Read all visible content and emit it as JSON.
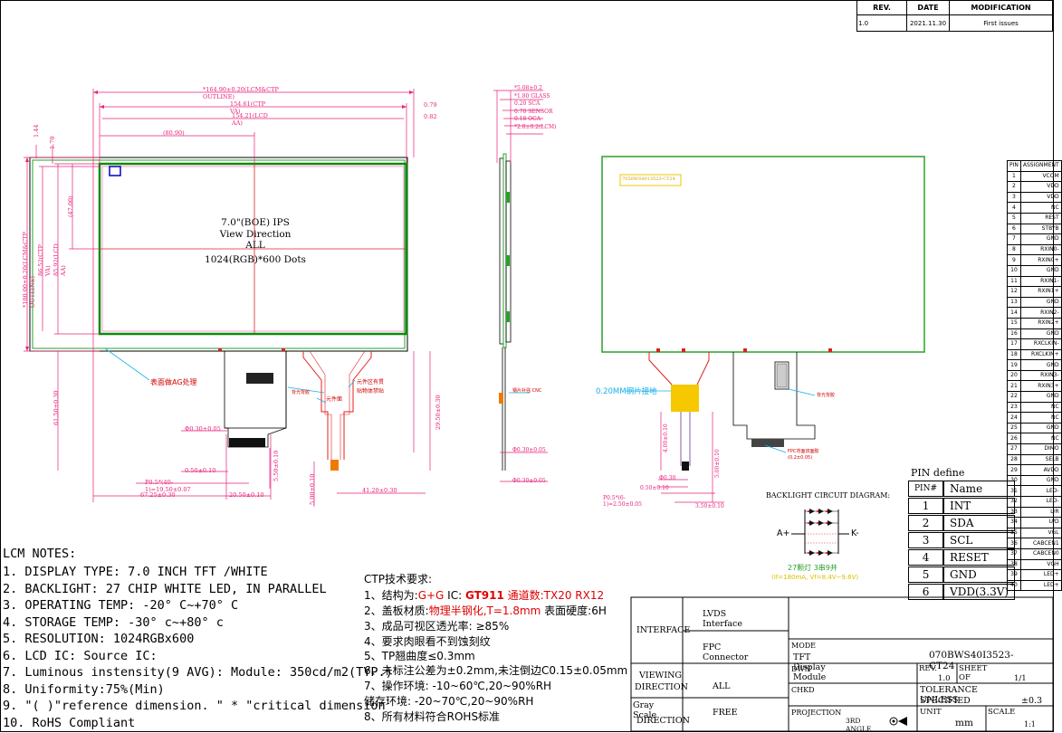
{
  "revision_table": {
    "headers": [
      "REV.",
      "DATE",
      "MODIFICATION"
    ],
    "row": [
      "1.0",
      "2021.11.30",
      "First issues"
    ]
  },
  "front_view": {
    "dims": {
      "ctp_outline": "*164.90±0.20(LCM&CTP OUTLINE)",
      "ctp_va": "154.61(CTP VA)",
      "lcd_aa": "154.21(LCD AA)",
      "half_width": "(80.90)",
      "right_079": "0.79",
      "right_082": "0.82",
      "left_144": "1.44",
      "left_170": "1.70",
      "h_outline": "*100.00±0.20(LCM&CTP OUTLINE)",
      "h_ctp_va": "86.52(CTP VA)",
      "h_lcd_aa": "85.92(LCD AA)",
      "h_half": "(47.00)",
      "fpc_len_left": "61.50±0.30",
      "fpc_len_right": "29.50±0.30",
      "d_0300": "Φ0.30±0.05",
      "d_050": "0.50±0.10",
      "pitch": "P0.5*(40-1)=19.50±0.07",
      "d_5725": "67.25±0.30",
      "d_2050": "20.50±0.10",
      "d_550": "5.50±0.10",
      "d_500": "5.00±0.10",
      "d_4120": "41.20±0.30"
    },
    "center": {
      "line1": "7.0\"(BOE) IPS",
      "line2": "View Direction",
      "line3": "ALL",
      "line4": "1024(RGB)*600 Dots"
    },
    "notes": {
      "ag": "表面做AG处理",
      "parts1": "元件面",
      "parts2": "元件区有贯",
      "parts3": "贴物体禁贴",
      "backlight": "背光背胶"
    }
  },
  "side_view": {
    "dims": [
      "*5.08±0.2",
      "*1.80 GLASS",
      "0.20 SCA",
      "0.70 SENSOR",
      "0.18 OCA",
      "*2.8±0.2(LCM)"
    ],
    "note": "0.20MM钢片接地",
    "label_left": "钢片补强 CNC",
    "d_bottom": "Φ0.30±0.05"
  },
  "back_view": {
    "sticker": "7050WS4013523-CT24",
    "dims": {
      "d_6830": "Φ0.30",
      "d_d050": "0.50±0.10",
      "pitch": "P0.5*(6-1)=2.50±0.05",
      "d_350": "3.50±0.10",
      "d_500": "5.00±0.10",
      "d_400": "4.00±0.10"
    },
    "notes": {
      "bl": "背光背胶",
      "fpc": "FPC背面双面胶",
      "fpc2": "(0.2±0.05)"
    }
  },
  "backlight_diagram": {
    "title": "BACKLIGHT CIRCUIT DIAGRAM:",
    "anode": "A+",
    "cathode": "K-",
    "caption1": "27颗灯 3串9并",
    "caption2": "(If=180mA, Vf=8.4V~9.6V)"
  },
  "pin_table": {
    "headers": [
      "PIN",
      "ASSIGNMENT"
    ],
    "rows": [
      [
        "1",
        "VCOM"
      ],
      [
        "2",
        "VDD"
      ],
      [
        "3",
        "VDD"
      ],
      [
        "4",
        "NC"
      ],
      [
        "5",
        "REST"
      ],
      [
        "6",
        "STBYB"
      ],
      [
        "7",
        "GND"
      ],
      [
        "8",
        "RXIN0-"
      ],
      [
        "9",
        "RXIN0+"
      ],
      [
        "10",
        "GND"
      ],
      [
        "11",
        "RXIN1-"
      ],
      [
        "12",
        "RXIN1+"
      ],
      [
        "13",
        "GND"
      ],
      [
        "14",
        "RXIN2-"
      ],
      [
        "15",
        "RXIN2+"
      ],
      [
        "16",
        "GND"
      ],
      [
        "17",
        "RXCLKIN-"
      ],
      [
        "18",
        "RXCLKIN+"
      ],
      [
        "19",
        "GND"
      ],
      [
        "20",
        "RXIN3-"
      ],
      [
        "21",
        "RXIN3+"
      ],
      [
        "22",
        "GND"
      ],
      [
        "23",
        "NC"
      ],
      [
        "24",
        "NC"
      ],
      [
        "25",
        "GND"
      ],
      [
        "26",
        "NC"
      ],
      [
        "27",
        "DIMO"
      ],
      [
        "28",
        "SELB"
      ],
      [
        "29",
        "AVDD"
      ],
      [
        "30",
        "GND"
      ],
      [
        "31",
        "LED-"
      ],
      [
        "32",
        "LED-"
      ],
      [
        "33",
        "L/R"
      ],
      [
        "34",
        "U/D"
      ],
      [
        "35",
        "VGL"
      ],
      [
        "36",
        "CABCEN1"
      ],
      [
        "37",
        "CABCEN0"
      ],
      [
        "38",
        "VGH"
      ],
      [
        "39",
        "LED+"
      ],
      [
        "40",
        "LED+"
      ]
    ]
  },
  "pin_define": {
    "title": "PIN define",
    "headers": [
      "PIN#",
      "Name"
    ],
    "rows": [
      [
        "1",
        "INT"
      ],
      [
        "2",
        "SDA"
      ],
      [
        "3",
        "SCL"
      ],
      [
        "4",
        "RESET"
      ],
      [
        "5",
        "GND"
      ],
      [
        "6",
        "VDD(3.3V)"
      ]
    ]
  },
  "lcm_notes": {
    "title": "LCM NOTES:",
    "items": [
      "1. DISPLAY TYPE: 7.0 INCH TFT /WHITE",
      "2. BACKLIGHT: 27 CHIP WHITE LED, IN PARALLEL",
      "3. OPERATING TEMP: -20° C~+70° C",
      "4. STORAGE TEMP: -30° c~+80° c",
      "5. RESOLUTION: 1024RGBx600",
      "6. LCD IC: Source IC:",
      "7. Luminous instensity(9 AVG):  Module: 350cd/m2(TYP.)",
      "8. Uniformity:75%(Min)",
      "9. \"( )\"reference dimension. \" * \"critical dimension",
      "10. RoHS Compliant"
    ]
  },
  "ctp_requirements": {
    "title": "CTP技术要求:",
    "l1_pre": "1、结构为:",
    "l1_gg": "G+G",
    "l1_mid": " IC: ",
    "l1_ic": "GT911",
    "l1_ch": "  通道数:TX20 RX12",
    "l2_pre": "2、盖板材质:",
    "l2_mat": "物理半钢化,T=1.8mm",
    "l2_post": " 表面硬度:6H",
    "l3": "3、成品可视区透光率: ≥85%",
    "l4": "4、要求肉眼看不到蚀刻纹",
    "l5": "5、TP翘曲度≤0.3mm",
    "l6": "6、未标注公差为±0.2mm,未注倒边C0.15±0.05mm",
    "l7": "7、操作环境: -10~60℃,20~90%RH",
    "l7b": "   储存环境: -20~70℃,20~90%RH",
    "l8": "8、所有材料符合ROHS标准"
  },
  "title_block": {
    "interface": "INTERFACE",
    "lvds": "LVDS Interface",
    "fpc": "FPC Connector",
    "viewing": "VIEWING",
    "direction": "DIRECTION",
    "all": "ALL",
    "gray": "Gray Scale",
    "gray_dir": "DIRECTION",
    "free": "FREE",
    "mode_label": "MODE",
    "mode_value": "TFT Display Module",
    "part_no": "070BWS40I3523-CT24",
    "dwn": "DWN",
    "rev_label": "REV.",
    "rev_value": "1.0",
    "sheet_label": "SHEET OF",
    "sheet_value": "1/1",
    "chkd": "CHKD",
    "tol1": "TOLERANCE UNLESS",
    "tol2": "SPECIFIED",
    "tol_value": "±0.3",
    "projection": "PROJECTION",
    "angle": "3RD ANGLE",
    "unit_label": "UNIT",
    "unit_value": "mm",
    "scale_label": "SCALE",
    "scale_value": "1:1"
  },
  "colors": {
    "dim": "#e8207a",
    "outline": "#2aa02a",
    "screen_edge": "#0a8c0a",
    "fpc": "#e02020",
    "stiffener": "#f5c800",
    "center_line": "#e02020",
    "note": "#d00000"
  }
}
